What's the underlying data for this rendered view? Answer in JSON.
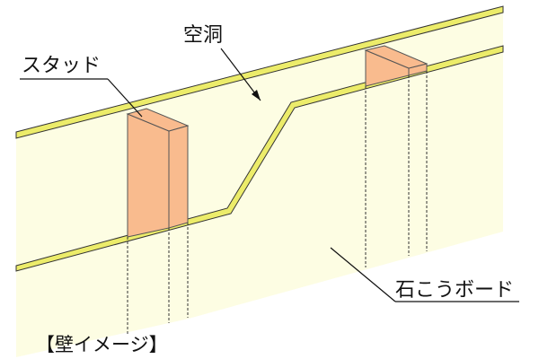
{
  "labels": {
    "cavity": "空洞",
    "stud": "スタッド",
    "gypsum_board": "石こうボード"
  },
  "caption": "【壁イメージ】",
  "colors": {
    "wall_fill": "#fdfde3",
    "board_edge": "#ecec6a",
    "board_outline": "#333333",
    "stud_fill": "#f9bb8e",
    "line": "#111111"
  }
}
